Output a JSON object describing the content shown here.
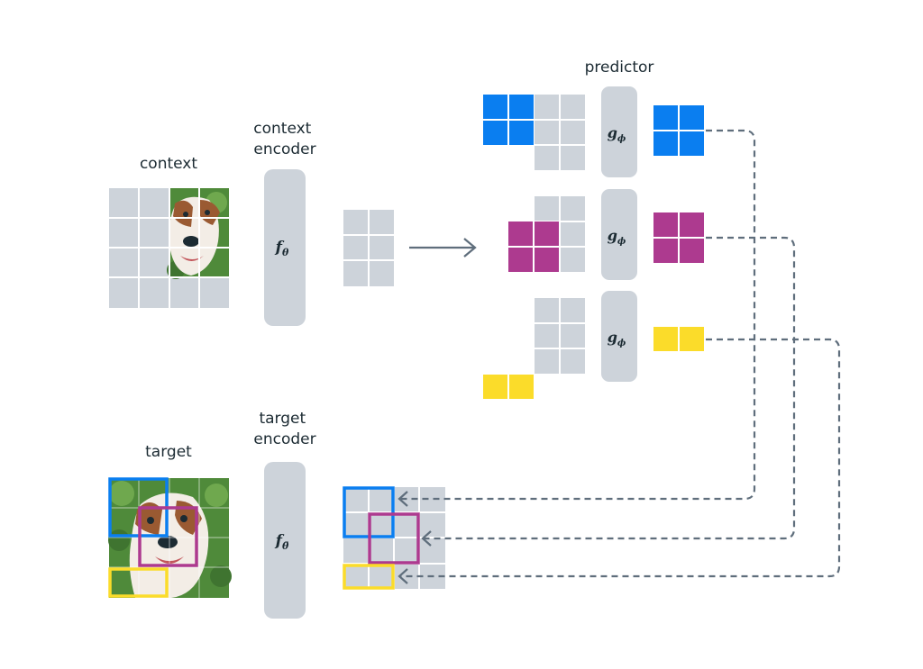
{
  "labels": {
    "context": "context",
    "context_encoder": [
      "context",
      "encoder"
    ],
    "target": "target",
    "target_encoder": [
      "target",
      "encoder"
    ],
    "predictor": "predictor"
  },
  "functions": {
    "context_encoder": {
      "symbol": "f",
      "subscript": "θ"
    },
    "target_encoder": {
      "symbol": "f",
      "subscript": "θ̄"
    },
    "predictor": {
      "symbol": "g",
      "subscript": "ϕ"
    }
  },
  "colors": {
    "blue": "#0a7ef0",
    "magenta": "#ad3a8f",
    "yellow": "#fbdc2a",
    "block_grey": "#cdd3da",
    "arrow": "#5f6e7c",
    "dog_fur": "#f3ede6",
    "dog_patch": "#9a5a32",
    "foliage": "#4f8a3a"
  }
}
